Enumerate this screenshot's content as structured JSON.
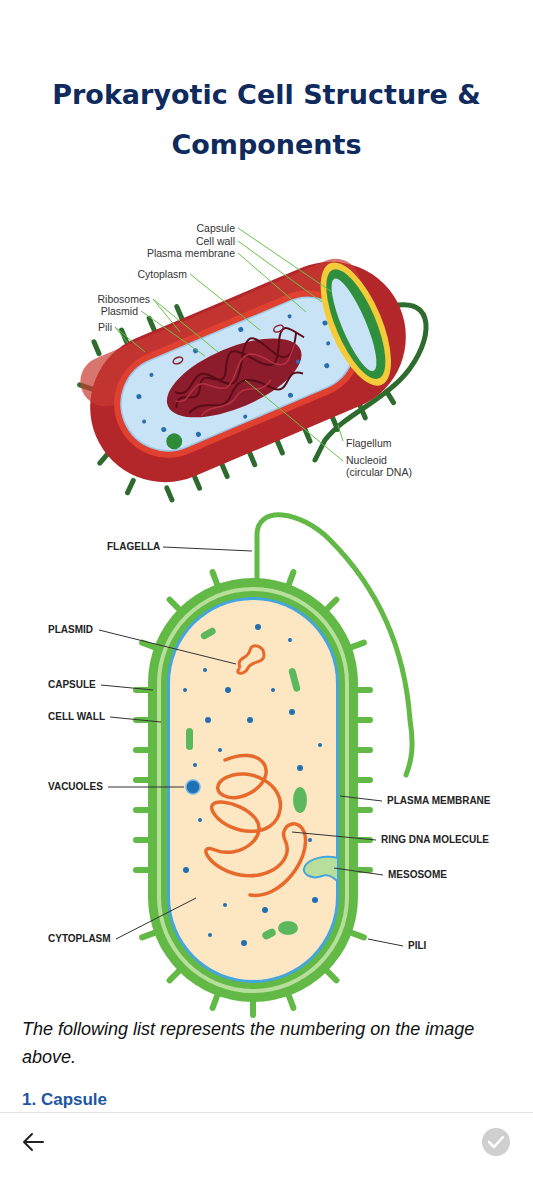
{
  "diagram": {
    "title": "Prokaryotic Cell Structure & Components",
    "caption": "The following list represents the numbering on the image above.",
    "labels": [
      "Capsule",
      "Cell wall",
      "Plasma membrane",
      "Cytoplasm",
      "Ribosomes",
      "Plasmid",
      "Pili",
      "Flagellum",
      "Nucleoid (circular DNA)",
      "FLAGELLA",
      "PLASMID",
      "CAPSULE",
      "CELL WALL",
      "VACUOLES",
      "PLASMA MEMBRANE",
      "RING DNA MOLECULE",
      "MESOSOME",
      "CYTOPLASM",
      "PILI",
      "1. Capsule"
    ]
  }
}
